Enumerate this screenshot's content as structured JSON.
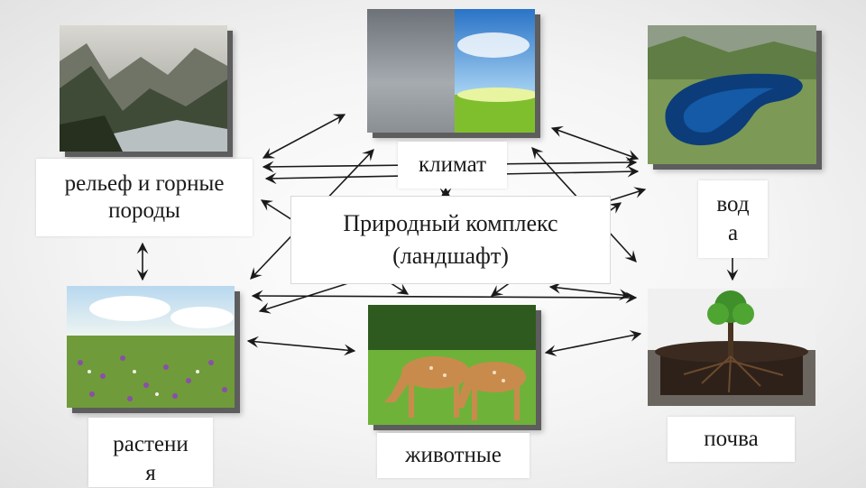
{
  "nodes": {
    "relief": {
      "label": "рельеф и горные породы"
    },
    "climate": {
      "label": "климат"
    },
    "water": {
      "label_line1": "вод",
      "label_line2": "а"
    },
    "plants": {
      "label_line1": "растени",
      "label_line2": "я"
    },
    "animals": {
      "label": "животные"
    },
    "soil": {
      "label": "почва"
    }
  },
  "center": {
    "line1": "Природный комплекс",
    "line2": "(ландшафт)"
  },
  "colors": {
    "arrow": "#1a1a1a",
    "label_bg": "#ffffff",
    "photo_shadow": "#5d5d5d"
  }
}
